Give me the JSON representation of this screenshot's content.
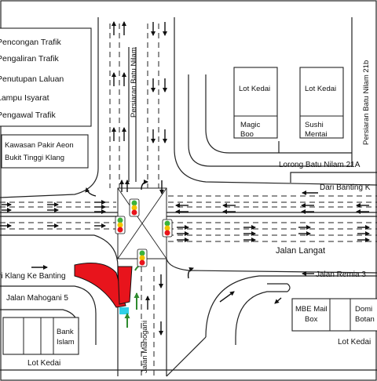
{
  "legend": {
    "items": [
      "Pencongan Trafik",
      "Pengaliran Trafik",
      "Penutupan Laluan",
      "Lampu Isyarat",
      "Pengawal Trafik"
    ]
  },
  "labels": {
    "kawasan_line1": "Kawasan Pakir Aeon",
    "kawasan_line2": "Bukit Tinggi Klang",
    "persiaran_batu_nilam": "Persiaran Batu Nilam",
    "persiaran_batu_nilam_21b": "Persiaran Batu Nilam 21b",
    "lot_kedai_1": "Lot Kedai",
    "lot_kedai_2": "Lot Kedai",
    "magic_boo_1": "Magic",
    "magic_boo_2": "Boo",
    "sushi_mentai_1": "Sushi",
    "sushi_mentai_2": "Mentai",
    "lorong_batu_nilam_21a": "Lorong Batu Nilam 21A",
    "dari_banting": "Dari Banting K",
    "jalan_langat": "Jalan Langat",
    "dari_klang": "ri Klang Ke Banting",
    "jalan_remia_3": "Jalan Remia 3",
    "jalan_mahogani_5": "Jalan Mahogani 5",
    "jalan_mahogani": "Jalan Mahogani",
    "mbe_1": "MBE Mail",
    "mbe_2": "Box",
    "domi_1": "Domi",
    "domi_2": "Botan",
    "bank_1": "Bank",
    "bank_2": "Islam",
    "lot_kedai_3": "Lot Kedai",
    "lot_kedai_4": "Lot Kedai"
  },
  "colors": {
    "closure_red": "#e8141c",
    "signal_red": "#e8141c",
    "signal_amber": "#f2c300",
    "signal_green": "#3bb33b",
    "flow_green": "#2e8b2e",
    "officer_cyan": "#2fd0e8"
  }
}
